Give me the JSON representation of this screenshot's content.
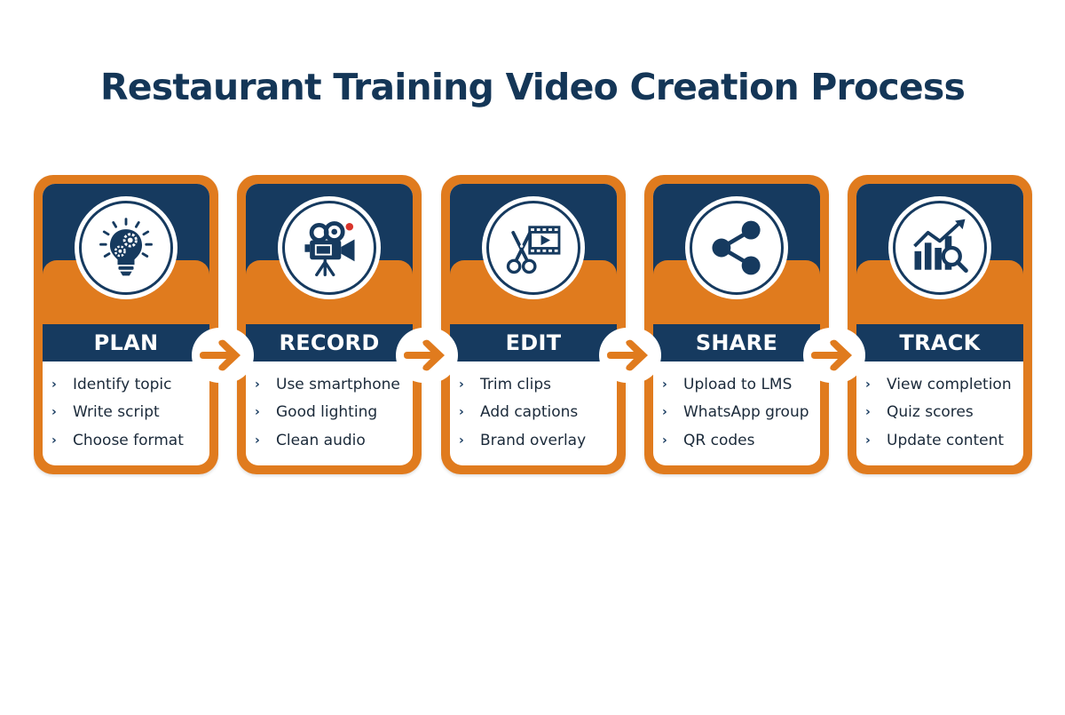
{
  "title": "Restaurant Training Video Creation Process",
  "colors": {
    "navy": "#163a5f",
    "orange": "#e07b1e",
    "title": "#143657",
    "text": "#1b2a3a",
    "accent_red": "#d9342b",
    "background": "#ffffff"
  },
  "bullet_glyph": "›",
  "steps": [
    {
      "label": "PLAN",
      "icon": "lightbulb-gears-icon",
      "items": [
        "Identify topic",
        "Write script",
        "Choose format"
      ]
    },
    {
      "label": "RECORD",
      "icon": "video-camera-icon",
      "items": [
        "Use smartphone",
        "Good lighting",
        "Clean audio"
      ]
    },
    {
      "label": "EDIT",
      "icon": "scissors-film-icon",
      "items": [
        "Trim clips",
        "Add captions",
        "Brand overlay"
      ]
    },
    {
      "label": "SHARE",
      "icon": "share-icon",
      "items": [
        "Upload to LMS",
        "WhatsApp group",
        "QR codes"
      ]
    },
    {
      "label": "TRACK",
      "icon": "analytics-chart-icon",
      "items": [
        "View completion",
        "Quiz scores",
        "Update content"
      ]
    }
  ],
  "connectors": [
    {
      "from": "PLAN",
      "to": "RECORD",
      "icon": "arrow-right-icon"
    },
    {
      "from": "RECORD",
      "to": "EDIT",
      "icon": "arrow-right-icon"
    },
    {
      "from": "EDIT",
      "to": "SHARE",
      "icon": "arrow-right-icon"
    },
    {
      "from": "SHARE",
      "to": "TRACK",
      "icon": "arrow-right-icon"
    }
  ]
}
